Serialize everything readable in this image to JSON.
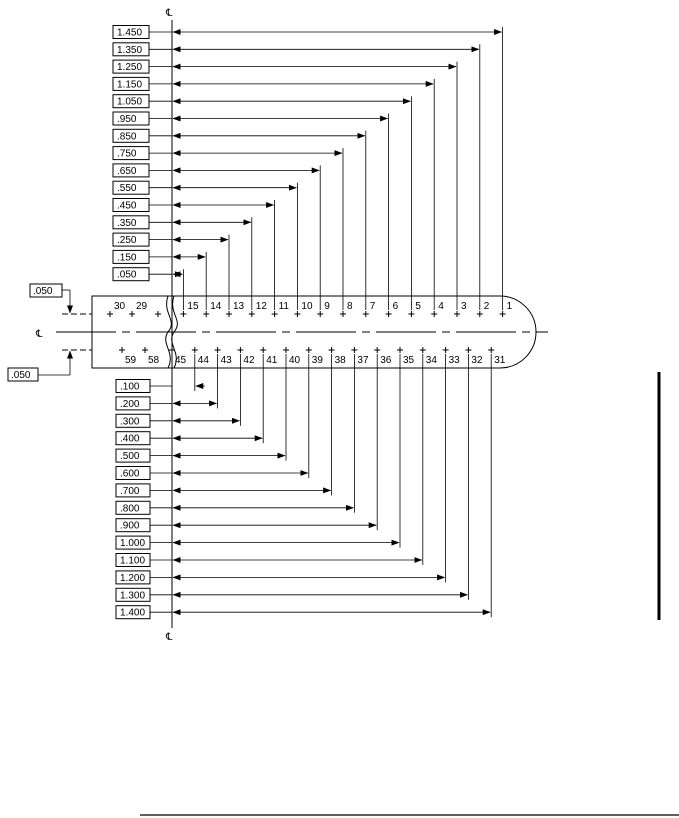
{
  "centerline_symbol": "℄",
  "row_spacing_label": ".050",
  "top_row": [
    {
      "dim": "1.450",
      "hole": "1"
    },
    {
      "dim": "1.350",
      "hole": "2"
    },
    {
      "dim": "1.250",
      "hole": "3"
    },
    {
      "dim": "1.150",
      "hole": "4"
    },
    {
      "dim": "1.050",
      "hole": "5"
    },
    {
      "dim": ".950",
      "hole": "6"
    },
    {
      "dim": ".850",
      "hole": "7"
    },
    {
      "dim": ".750",
      "hole": "8"
    },
    {
      "dim": ".650",
      "hole": "9"
    },
    {
      "dim": ".550",
      "hole": "10"
    },
    {
      "dim": ".450",
      "hole": "11"
    },
    {
      "dim": ".350",
      "hole": "12"
    },
    {
      "dim": ".250",
      "hole": "13"
    },
    {
      "dim": ".150",
      "hole": "14"
    },
    {
      "dim": ".050",
      "hole": "15"
    }
  ],
  "top_row_extra_holes": [
    "30",
    "29"
  ],
  "bottom_row": [
    {
      "dim": ".100",
      "hole": "44"
    },
    {
      "dim": ".200",
      "hole": "43"
    },
    {
      "dim": ".300",
      "hole": "42"
    },
    {
      "dim": ".400",
      "hole": "41"
    },
    {
      "dim": ".500",
      "hole": "40"
    },
    {
      "dim": ".600",
      "hole": "39"
    },
    {
      "dim": ".700",
      "hole": "38"
    },
    {
      "dim": ".800",
      "hole": "37"
    },
    {
      "dim": ".900",
      "hole": "36"
    },
    {
      "dim": "1.000",
      "hole": "35"
    },
    {
      "dim": "1.100",
      "hole": "34"
    },
    {
      "dim": "1.200",
      "hole": "33"
    },
    {
      "dim": "1.300",
      "hole": "32"
    },
    {
      "dim": "1.400",
      "hole": "31"
    }
  ],
  "bottom_row_extra_holes": [
    "59",
    "58",
    "45"
  ]
}
